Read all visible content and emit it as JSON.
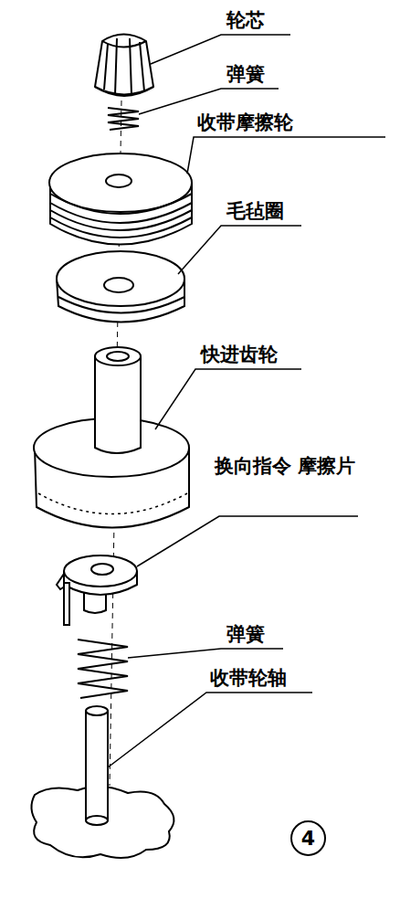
{
  "diagram": {
    "nodes": [
      {
        "text": [
          "4"
        ]
      }
    ],
    "labels": [
      "轮芯",
      "弹簧",
      "收带摩擦轮",
      "毛毡圈",
      "快进齿轮",
      "换向指令 摩擦片",
      "弹簧",
      "收带轮轴"
    ]
  }
}
